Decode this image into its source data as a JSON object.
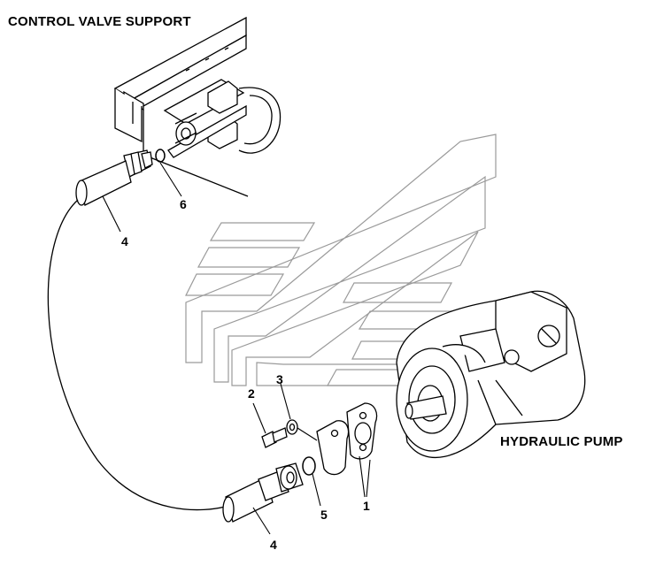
{
  "labels": {
    "control_valve_support": "CONTROL VALVE SUPPORT",
    "hydraulic_pump": "HYDRAULIC PUMP"
  },
  "callouts": {
    "flange_half": "1",
    "bolt": "2",
    "lock_washer": "3",
    "hose_upper": "4",
    "hose_lower": "4",
    "o_ring_lower": "5",
    "o_ring_upper": "6"
  },
  "colors": {
    "line": "#000000",
    "watermark": "#9a9a9a",
    "background": "#ffffff"
  }
}
